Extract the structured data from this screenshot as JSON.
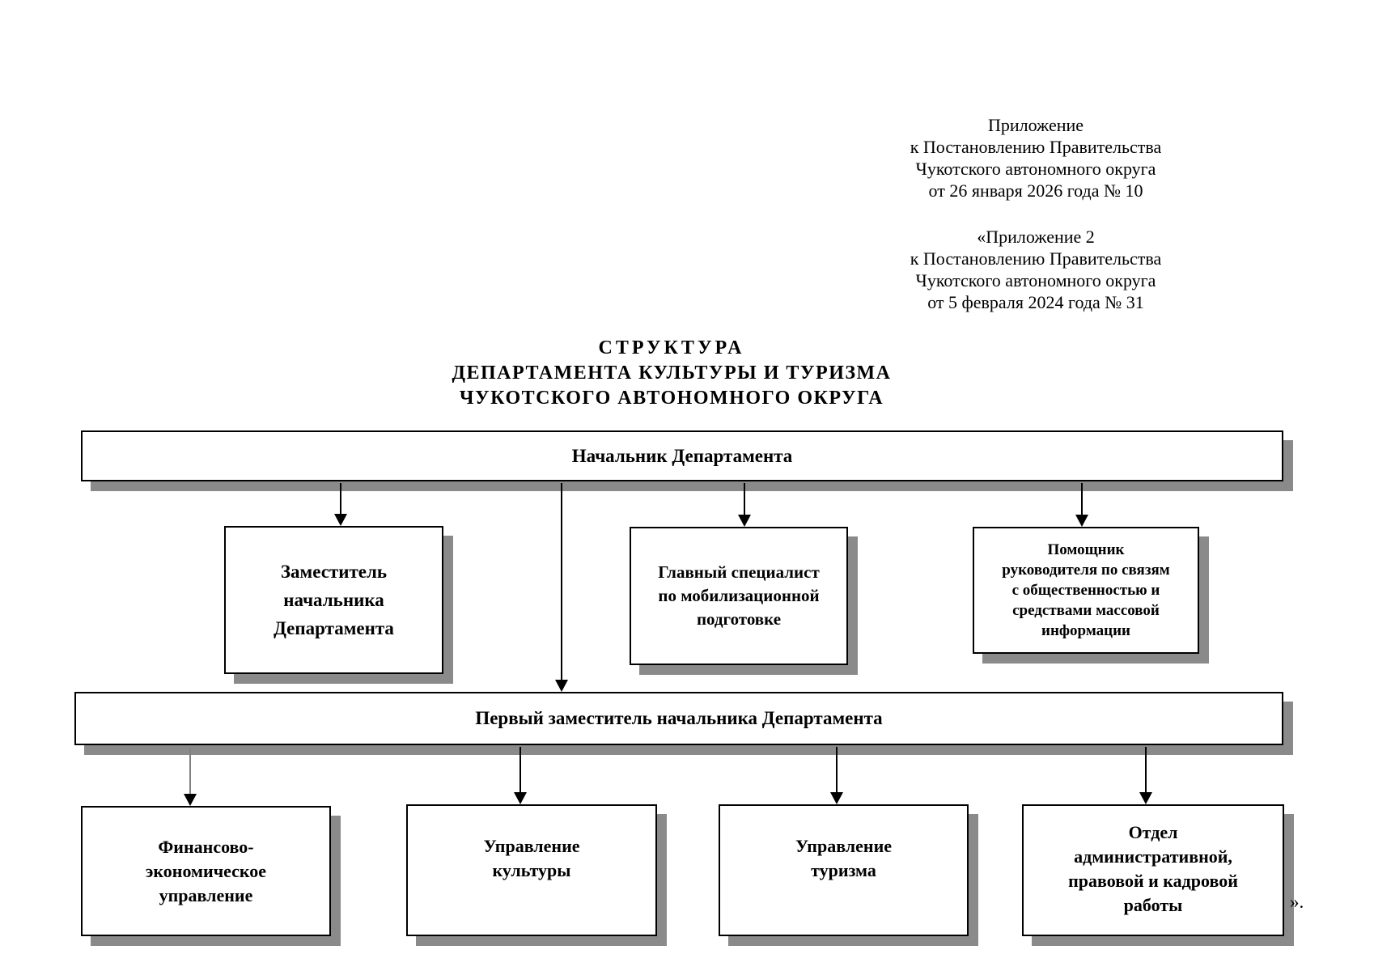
{
  "annotation": {
    "block1": "Приложение\nк Постановлению Правительства\nЧукотского автономного округа\nот 26 января 2026 года № 10",
    "block2": "«Приложение 2\nк Постановлению Правительства\nЧукотского автономного округа\nот 5 февраля 2024 года № 31"
  },
  "title": {
    "line1": "СТРУКТУРА",
    "line2": "ДЕПАРТАМЕНТА КУЛЬТУРЫ И ТУРИЗМА",
    "line3": "ЧУКОТСКОГО АВТОНОМНОГО ОКРУГА"
  },
  "org": {
    "head": "Начальник Департамента",
    "deputies": [
      {
        "label": "Заместитель\nначальника\nДепартамента"
      },
      {
        "label": "Главный специалист\nпо мобилизационной\nподготовке"
      },
      {
        "label": "Помощник\nруководителя по связям\nс общественностью и\nсредствами массовой\nинформации"
      }
    ],
    "first_deputy": "Первый заместитель начальника Департамента",
    "divisions": [
      {
        "label": "Финансово-\nэкономическое\nуправление"
      },
      {
        "label": "Управление\nкультуры"
      },
      {
        "label": "Управление\nтуризма"
      },
      {
        "label": "Отдел\nадминистративной,\nправовой и кадровой\nработы"
      }
    ]
  },
  "closing_mark": "».",
  "colors": {
    "shadow": "#8a8a8a",
    "connector": "#000000",
    "connector_gray": "#808080"
  }
}
